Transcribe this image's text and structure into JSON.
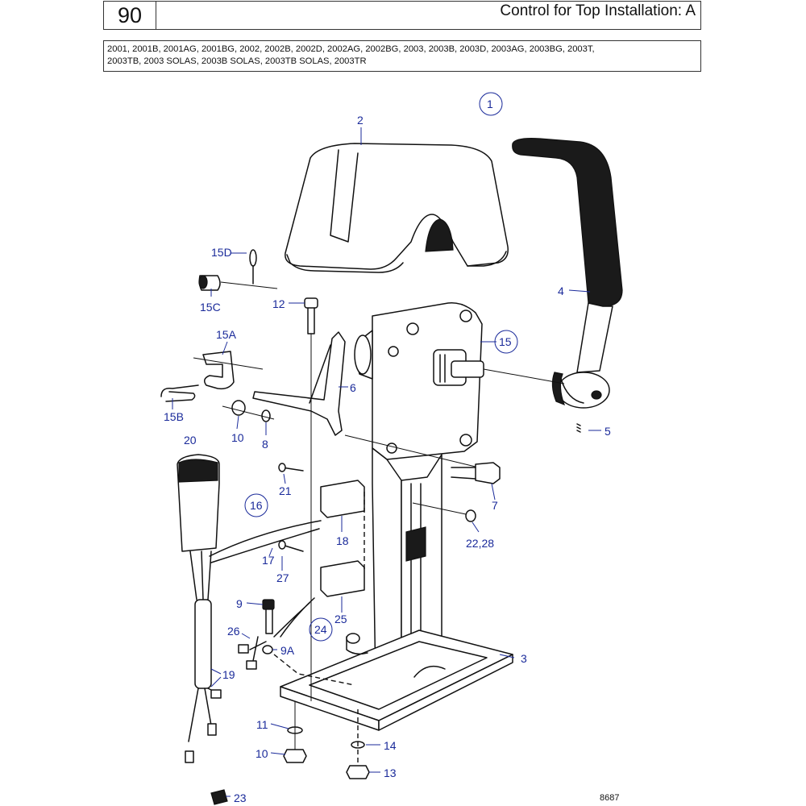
{
  "header": {
    "page_number": "90",
    "title": "Control for Top Installation: A"
  },
  "models_text": "2001, 2001B, 2001AG, 2001BG, 2002, 2002B, 2002D, 2002AG, 2002BG, 2003, 2003B, 2003D, 2003AG, 2003BG, 2003T,\n2003TB, 2003 SOLAS, 2003B SOLAS, 2003TB SOLAS, 2003TR",
  "labels": {
    "p1": "1",
    "p2": "2",
    "p3": "3",
    "p4": "4",
    "p5": "5",
    "p6": "6",
    "p7": "7",
    "p8": "8",
    "p9": "9",
    "p9a": "9A",
    "p10a": "10",
    "p10b": "10",
    "p11": "11",
    "p12": "12",
    "p13": "13",
    "p14": "14",
    "p15": "15",
    "p15a": "15A",
    "p15b": "15B",
    "p15c": "15C",
    "p15d": "15D",
    "p16": "16",
    "p17": "17",
    "p18": "18",
    "p19": "19",
    "p20": "20",
    "p21": "21",
    "p2228": "22,28",
    "p23": "23",
    "p24": "24",
    "p25": "25",
    "p26": "26",
    "p27": "27"
  },
  "drawing_number": "8687",
  "colors": {
    "callout": "#1a2a9a",
    "ink": "#111111"
  }
}
